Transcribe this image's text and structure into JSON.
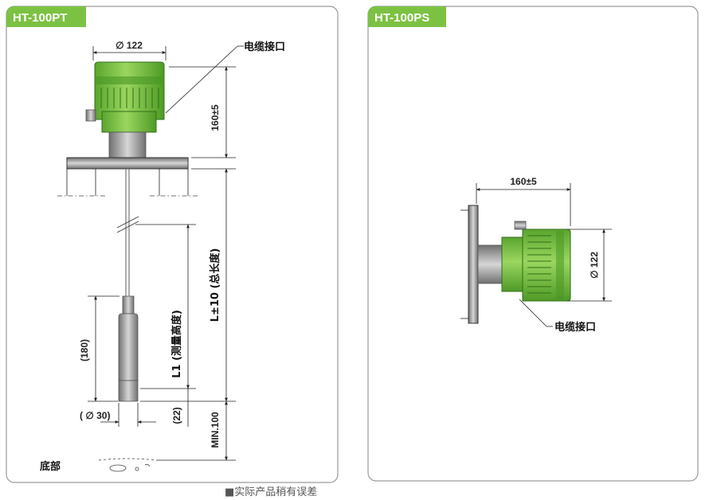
{
  "colors": {
    "accent": "#7cc242",
    "green_dark": "#3f8f1f",
    "metal": "#9a9a9a"
  },
  "left_panel": {
    "tag": "HT-100PT",
    "dia_top": "∅ 122",
    "cable_port": "电缆接口",
    "height_dim": "160±5",
    "total_len": "L±10 (总长度)",
    "meas_height": "L1 (测量高度)",
    "probe_len": "(180)",
    "probe_dia": "( ∅ 30)",
    "tip_len": "(22)",
    "min_dim": "MIN.100",
    "bottom": "底部"
  },
  "right_panel": {
    "tag": "HT-100PS",
    "length_dim": "160±5",
    "dia": "∅ 122",
    "cable_port": "电缆接口"
  },
  "footnote": "■实际产品稍有误差"
}
